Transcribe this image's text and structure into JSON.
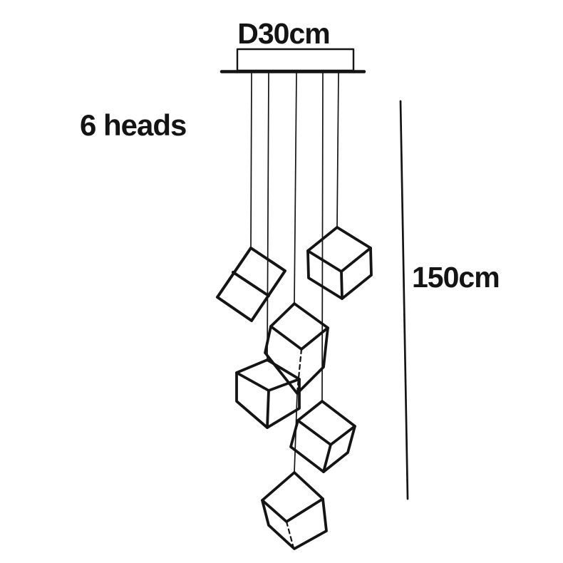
{
  "diagram": {
    "labels": {
      "diameter": "D30cm",
      "heads": "6 heads",
      "height": "150cm"
    },
    "head_count": 6,
    "colors": {
      "line": "#141414",
      "text": "#141414",
      "background": "#ffffff"
    }
  }
}
